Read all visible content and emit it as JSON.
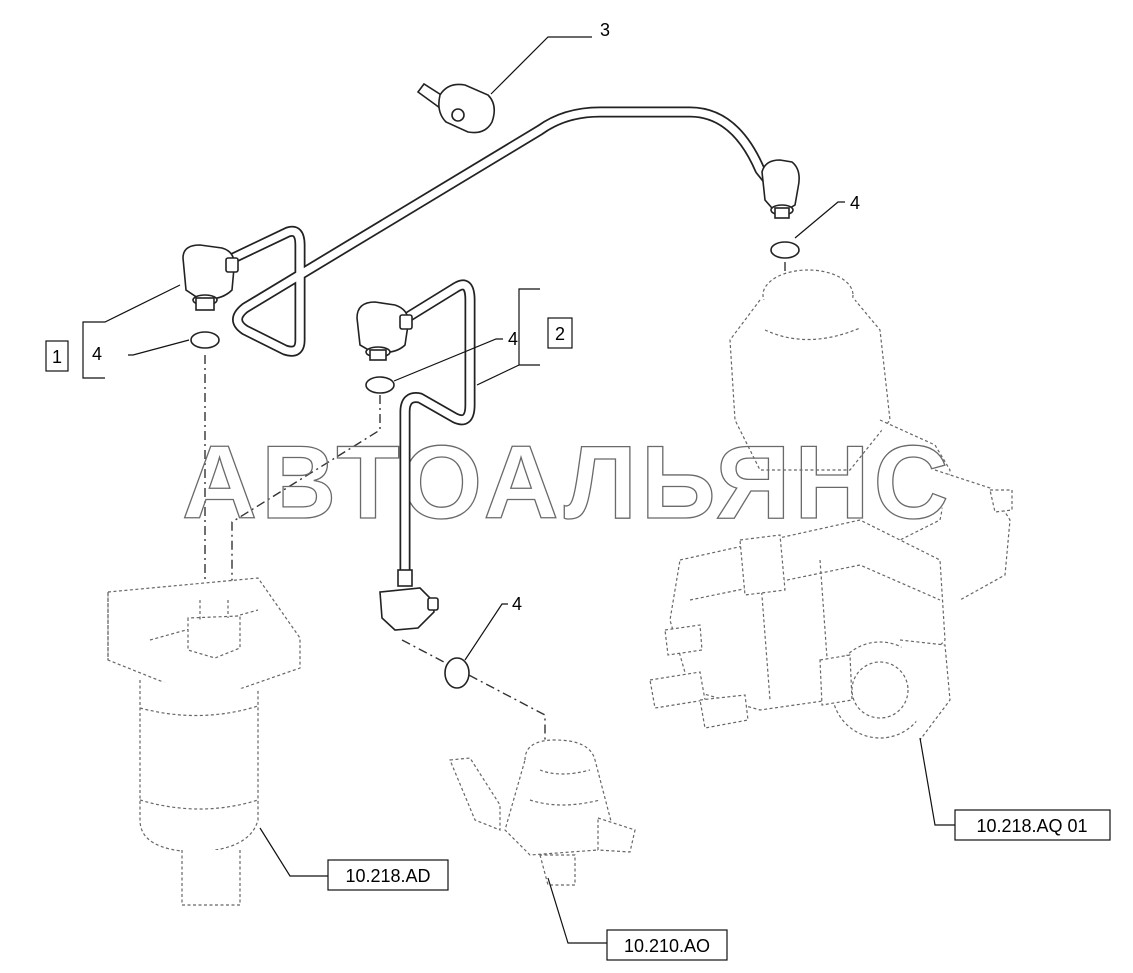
{
  "callouts": {
    "item1": "1",
    "item2": "2",
    "item3": "3",
    "item4_a": "4",
    "item4_b": "4",
    "item4_c": "4",
    "item4_d": "4"
  },
  "references": {
    "fuel_filter": "10.218.AD",
    "feed_pump": "10.210.AO",
    "injection_pump": "10.218.AQ 01"
  },
  "watermark": "АВТОАЛЬЯНС"
}
